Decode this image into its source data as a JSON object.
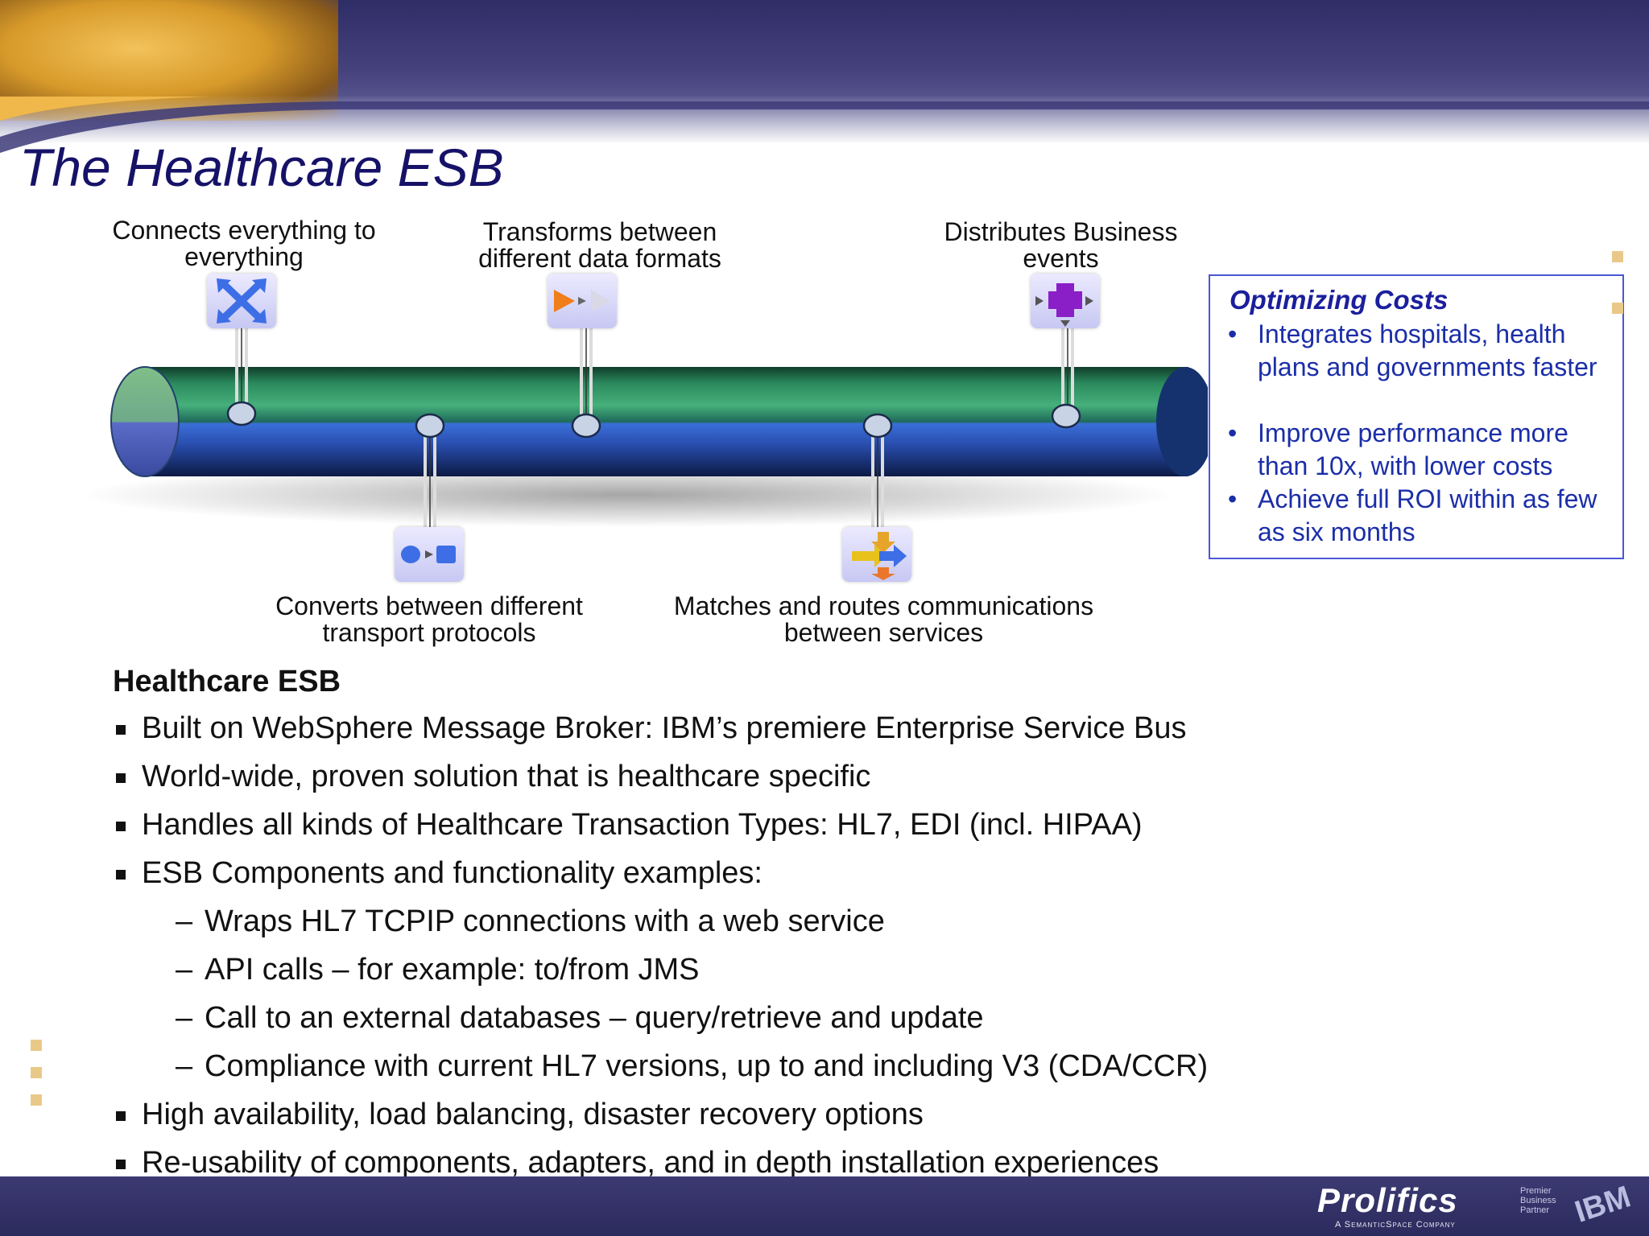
{
  "slide": {
    "title": "The Healthcare ESB",
    "colors": {
      "title": "#161268",
      "header": "#2f2d66",
      "pipe_top": "#2a8a62",
      "pipe_bottom": "#2c4aa8",
      "box_border": "#4a57d4",
      "box_text": "#1b2ea8"
    }
  },
  "diagram": {
    "captions": {
      "connects": "Connects everything to everything",
      "transforms": "Transforms between different data formats",
      "distributes": "Distributes Business events",
      "converts": "Converts between different transport protocols",
      "matches": "Matches and routes communications between services"
    },
    "icons": [
      "cross-arrows-icon",
      "transform-arrows-icon",
      "event-distribution-icon",
      "protocol-convert-icon",
      "routing-arrows-icon"
    ]
  },
  "optimizing": {
    "title": "Optimizing Costs",
    "bullet_glyph": "•",
    "items": [
      "Integrates hospitals, health plans and governments faster",
      "Improve performance more than 10x, with lower costs",
      "Achieve full ROI within as few as six months"
    ]
  },
  "esb": {
    "heading": "Healthcare ESB",
    "sub_marker": "–",
    "bullets": [
      "Built on WebSphere Message Broker: IBM’s premiere Enterprise Service Bus",
      "World-wide, proven solution that is healthcare specific",
      "Handles all kinds of Healthcare Transaction Types: HL7, EDI (incl. HIPAA)",
      "ESB Components and functionality examples:",
      "High availability, load balancing, disaster recovery options",
      "Re-usability of components, adapters, and in depth installation experiences"
    ],
    "sub_items": [
      "Wraps HL7 TCPIP connections with a web service",
      "API calls – for example: to/from JMS",
      "Call to an external databases – query/retrieve and update",
      "Compliance with current HL7 versions, up to and including V3 (CDA/CCR)"
    ]
  },
  "footer": {
    "logo": "Prolifics",
    "logo_tagline": "A SemanticSpace Company",
    "partner_badge": "Premier Business Partner",
    "ibm": "IBM"
  }
}
